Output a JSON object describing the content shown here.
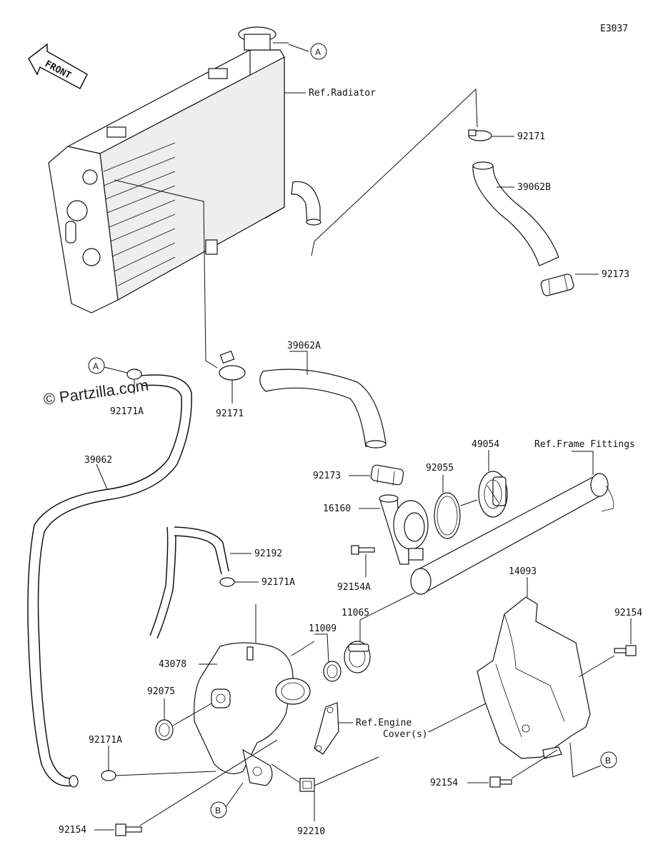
{
  "diagram_code": "E3037",
  "front_label": "FRONT",
  "watermark": "© Partzilla.com",
  "references": {
    "radiator": "Ref.Radiator",
    "frame_fittings": "Ref.Frame Fittings",
    "engine_cover_1": "Ref.Engine",
    "engine_cover_2": "Cover(s)"
  },
  "connectors": {
    "a_top": "A",
    "a_left": "A",
    "b_bottom": "B",
    "b_right": "B"
  },
  "parts": {
    "p92171_top": "92171",
    "p39062B": "39062B",
    "p92173_top": "92173",
    "p39062A": "39062A",
    "p92171_mid": "92171",
    "p92171A_top": "92171A",
    "p39062": "39062",
    "p92173_mid": "92173",
    "p16160": "16160",
    "p92055": "92055",
    "p49054": "49054",
    "p92154A": "92154A",
    "p92192": "92192",
    "p92171A_mid": "92171A",
    "p14093": "14093",
    "p11065": "11065",
    "p11009": "11009",
    "p92154_right": "92154",
    "p43078": "43078",
    "p92075": "92075",
    "p92171A_bot": "92171A",
    "p92154_right_bot": "92154",
    "p92154_bot": "92154",
    "p92210": "92210"
  }
}
